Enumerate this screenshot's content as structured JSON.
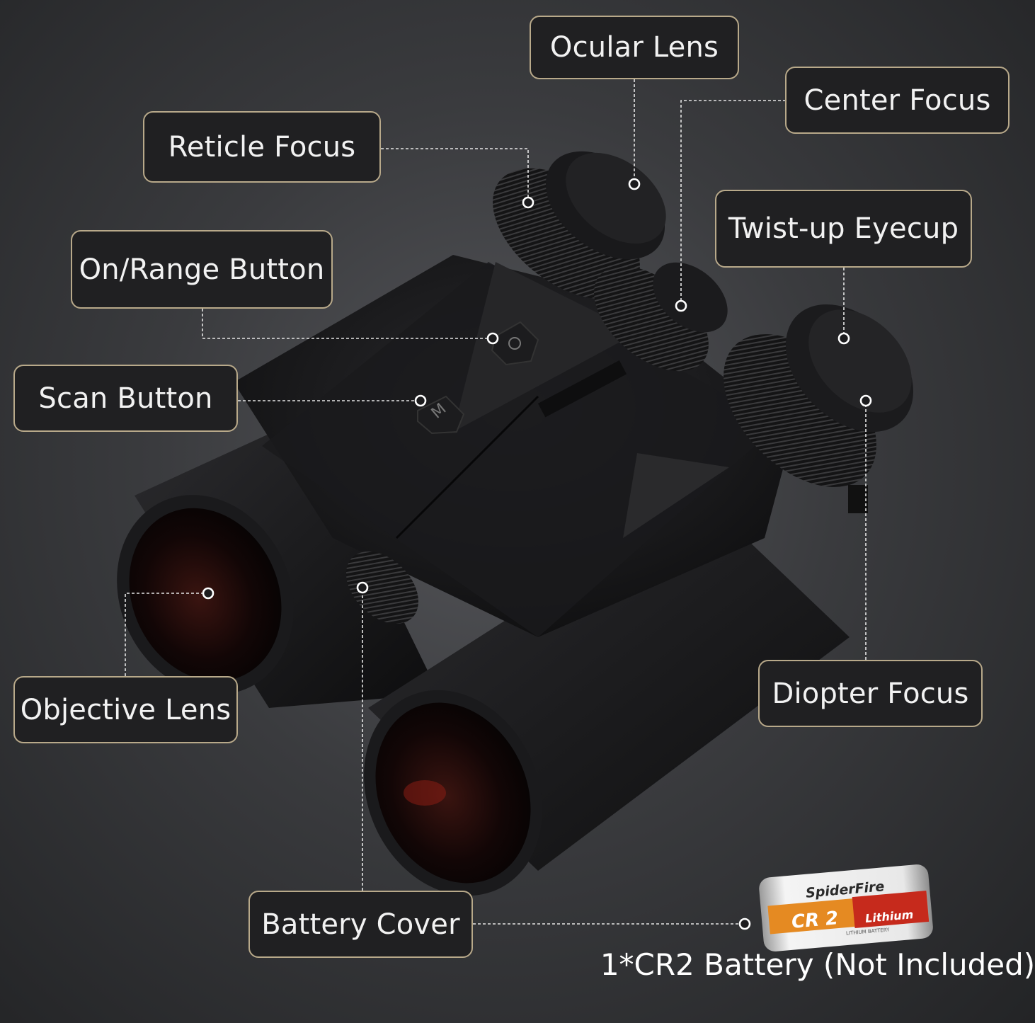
{
  "labels": {
    "ocular_lens": "Ocular Lens",
    "center_focus": "Center Focus",
    "reticle_focus": "Reticle Focus",
    "twist_up_eyecup": "Twist-up Eyecup",
    "on_range_button": "On/Range Button",
    "scan_button": "Scan Button",
    "objective_lens": "Objective Lens",
    "diopter_focus": "Diopter Focus",
    "battery_cover": "Battery Cover"
  },
  "battery": {
    "brand": "SpiderFire",
    "model": "CR 2",
    "chemistry": "Lithium",
    "subtitle": "LITHIUM BATTERY"
  },
  "footnote": "1*CR2 Battery (Not Included)",
  "colors": {
    "label_background": "#202022",
    "label_border": "#b8a98a",
    "body": "#141416",
    "battery_red": "#c62a1c",
    "battery_orange": "#e58a22"
  },
  "icons": {
    "power_button": "power-icon",
    "scan_button": "m-letter-icon"
  }
}
